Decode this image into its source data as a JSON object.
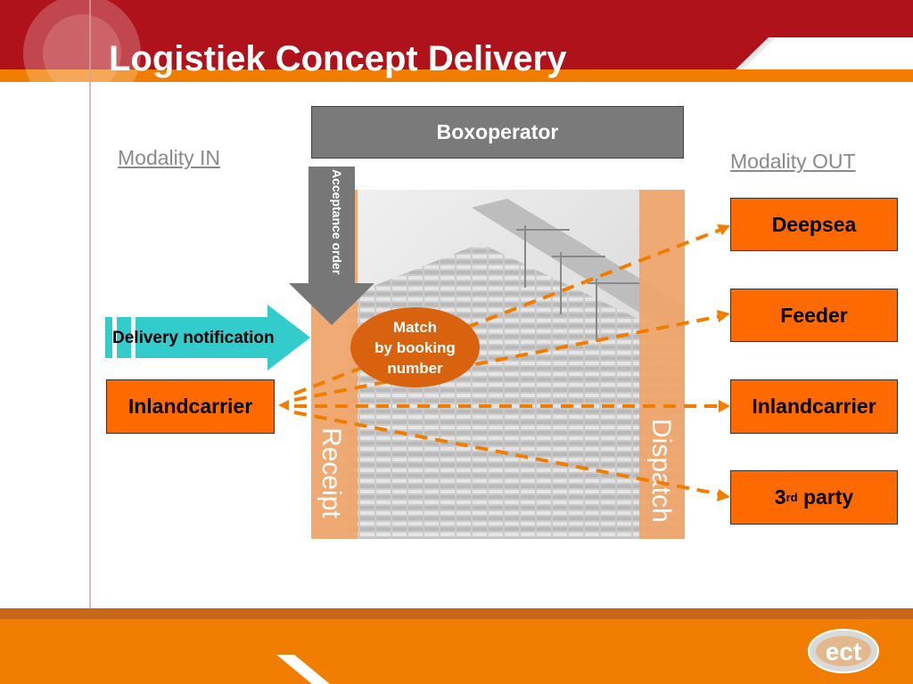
{
  "title": "Logistiek Concept Delivery",
  "boxoperator": "Boxoperator",
  "modality_in": "Modality IN",
  "modality_out": "Modality OUT",
  "acceptance_order": "Acceptance order",
  "delivery_notification": "Delivery notification",
  "match": {
    "line1": "Match",
    "line2": "by booking",
    "line3": "number"
  },
  "receipt": "Receipt",
  "dispatch": "Dispatch",
  "inland_in": "Inlandcarrier",
  "out_boxes": {
    "deepsea": "Deepsea",
    "feeder": "Feeder",
    "inland": "Inlandcarrier",
    "third_num": "3",
    "third_sup": "rd",
    "third_word": "party"
  },
  "logo_text": "ect",
  "colors": {
    "header_red": "#b0121b",
    "accent_orange": "#f07d00",
    "box_orange": "#ff6a00",
    "arrow_cyan": "#33cccc",
    "arrow_gray": "#777777"
  }
}
